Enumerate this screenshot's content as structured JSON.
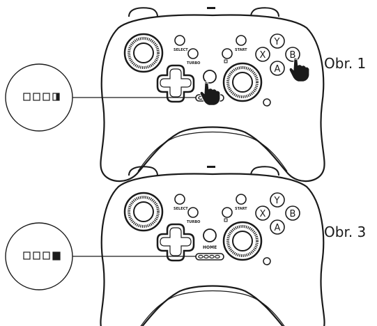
{
  "figures": [
    {
      "caption": "Obr. 1",
      "buttons": {
        "select": "SELECT",
        "start": "START",
        "turbo": "TURBO",
        "home": "",
        "y": "Y",
        "x": "X",
        "b": "B",
        "a": "A"
      },
      "led_state": "last-half",
      "pointer": true
    },
    {
      "caption": "Obr. 3",
      "buttons": {
        "select": "SELECT",
        "start": "START",
        "turbo": "TURBO",
        "home": "HOME",
        "y": "Y",
        "x": "X",
        "b": "B",
        "a": "A"
      },
      "led_state": "last-full",
      "pointer": false
    }
  ],
  "colors": {
    "line": "#1a1a1a",
    "background": "#ffffff"
  }
}
